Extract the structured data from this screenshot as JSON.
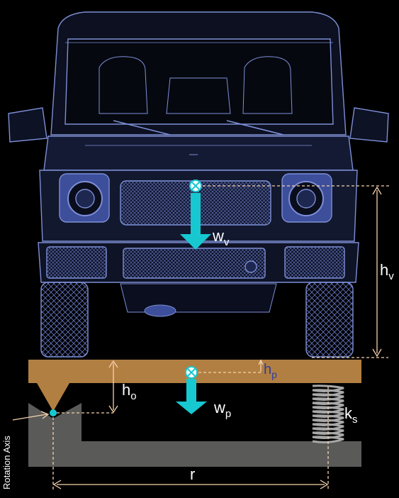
{
  "labels": {
    "vehicle_weight": "w",
    "vehicle_weight_sub": "v",
    "vehicle_cg_height": "h",
    "vehicle_cg_height_sub": "v",
    "platform_weight": "w",
    "platform_weight_sub": "p",
    "platform_cg_height": "h",
    "platform_cg_height_sub": "p",
    "pivot_height": "h",
    "pivot_height_sub": "o",
    "spring_constant": "k",
    "spring_constant_sub": "s",
    "lever_arm": "r",
    "rotation_axis": "Rotation Axis"
  },
  "colors": {
    "background": "#000000",
    "vehicle_lines": "#7d8fd6",
    "vehicle_fill": "#1a2140",
    "headlight": "#5b6fc0",
    "platform": "#b27f42",
    "base": "#5a5a58",
    "arrow": "#17c8d0",
    "dimension": "#f5d2ad",
    "text": "#ffffff",
    "sub_text": "#2a3fa0",
    "spring": "#a8a8a8"
  }
}
